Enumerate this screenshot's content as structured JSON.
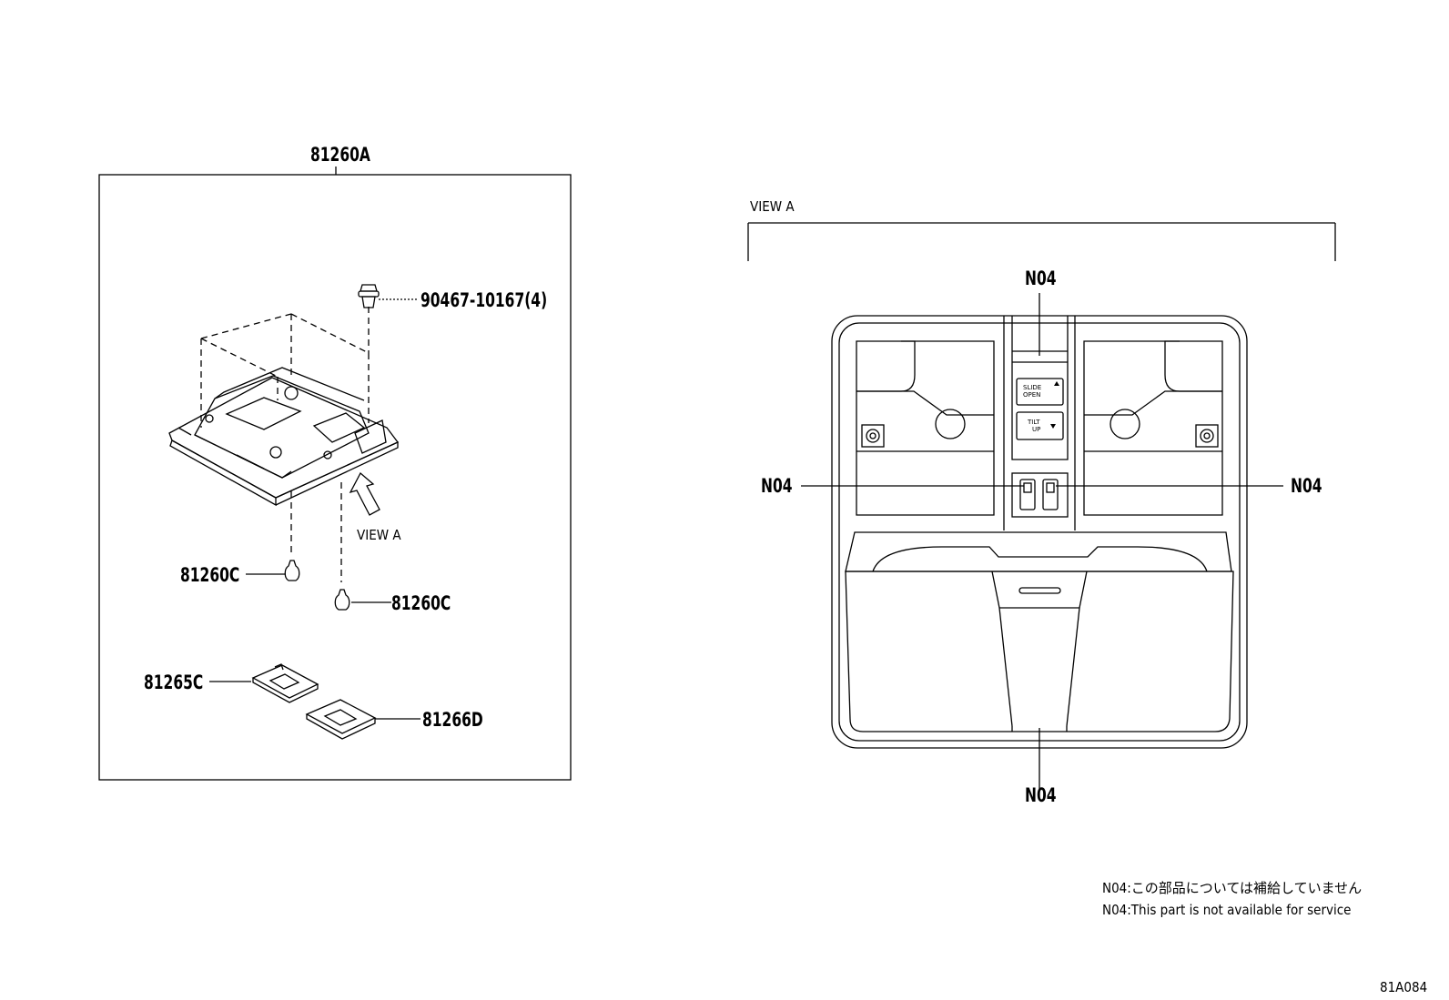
{
  "left_panel": {
    "assembly_label": "81260A",
    "screw_label": "90467-10167(4)",
    "view_arrow_label": "VIEW A",
    "bulb_left_label": "81260C",
    "bulb_right_label": "81260C",
    "lens_left_label": "81265C",
    "lens_right_label": "81266D"
  },
  "right_panel": {
    "view_title": "VIEW A",
    "callouts": [
      "N04",
      "N04",
      "N04",
      "N04"
    ],
    "switch_slide_line1": "SLIDE",
    "switch_slide_line2": "OPEN",
    "switch_tilt_line1": "TILT",
    "switch_tilt_line2": "UP"
  },
  "notes": {
    "note_jp": "N04:この部品については補給していません",
    "note_en": "N04:This part is not available for service"
  },
  "figure_id": "81A084"
}
